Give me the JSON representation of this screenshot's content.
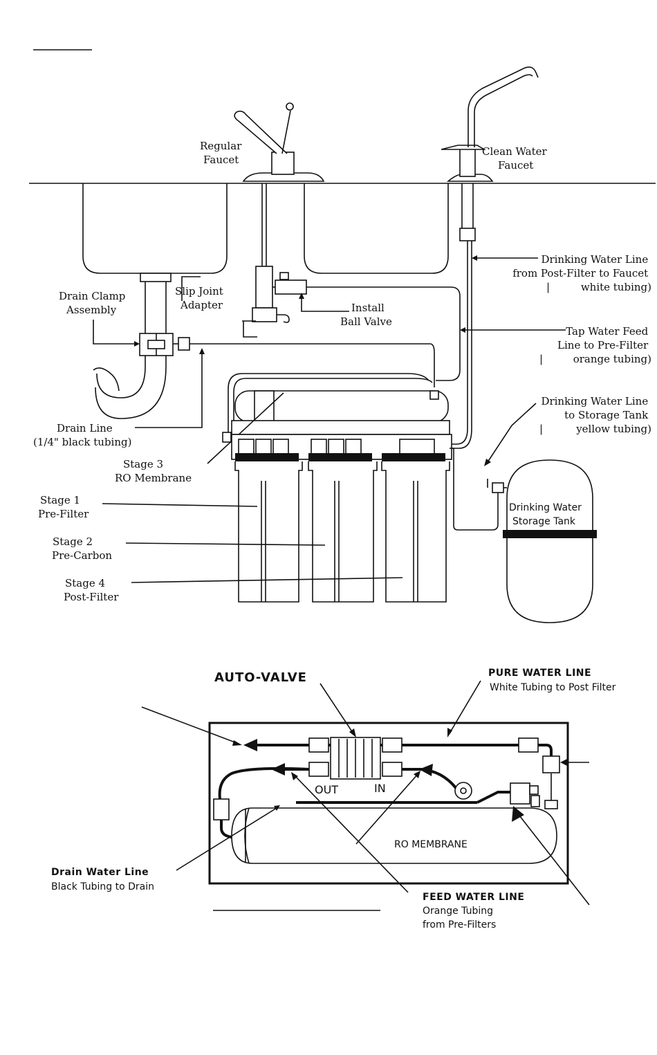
{
  "top_diagram": {
    "labels": {
      "regular_faucet": [
        "Regular",
        "Faucet"
      ],
      "clean_water_faucet": [
        "Clean Water",
        "Faucet"
      ],
      "drinking_water_line_faucet": [
        "Drinking Water Line",
        "from Post-Filter to Faucet",
        "white tubing)"
      ],
      "tap_water_feed": [
        "Tap Water Feed",
        "Line to Pre-Filter",
        "orange tubing)"
      ],
      "drinking_water_line_tank": [
        "Drinking Water Line",
        "to Storage Tank",
        "yellow tubing)"
      ],
      "drain_clamp": [
        "Drain Clamp",
        "Assembly"
      ],
      "slip_joint": [
        "Slip Joint",
        "Adapter"
      ],
      "ball_valve": [
        "Install",
        "Ball Valve"
      ],
      "drain_line": [
        "Drain Line",
        "(1/4\" black tubing)"
      ],
      "stage3": [
        "Stage 3",
        "RO Membrane"
      ],
      "stage1": [
        "Stage 1",
        "Pre-Filter"
      ],
      "stage2": [
        "Stage 2",
        "Pre-Carbon"
      ],
      "stage4": [
        "Stage 4",
        "Post-Filter"
      ],
      "storage_tank": [
        "Drinking Water",
        "Storage Tank"
      ],
      "paren_mark": "|"
    }
  },
  "bottom_diagram": {
    "labels": {
      "auto_valve": "AUTO-VALVE",
      "pure_water_title": "PURE WATER LINE",
      "pure_water_sub": "White Tubing to Post Filter",
      "out": "OUT",
      "in": "IN",
      "ro_membrane": "RO MEMBRANE",
      "drain_water_title": "Drain Water Line",
      "drain_water_sub": "Black Tubing to Drain",
      "feed_water_title": "FEED WATER LINE",
      "feed_water_sub1": "Orange Tubing",
      "feed_water_sub2": "from Pre-Filters"
    }
  }
}
